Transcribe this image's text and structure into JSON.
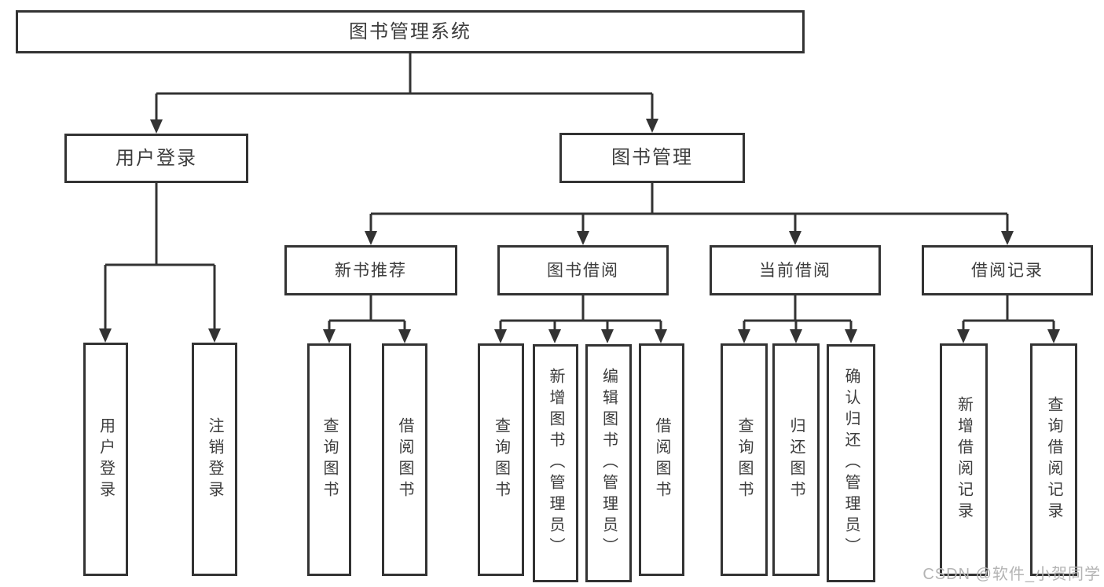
{
  "colors": {
    "line": "#333333",
    "box_border": "#333333",
    "text": "#3d3d3d",
    "background": "#ffffff",
    "watermark": "#b4b4b4"
  },
  "watermark": {
    "text": "CSDN @软件_小贺同学"
  },
  "tree": {
    "root": {
      "label": "图书管理系统"
    },
    "user_login": {
      "label": "用户登录",
      "children": [
        {
          "label": "用户登录"
        },
        {
          "label": "注销登录"
        }
      ]
    },
    "book_mgmt": {
      "label": "图书管理",
      "sections": [
        {
          "label": "新书推荐",
          "children": [
            {
              "label": "查询图书"
            },
            {
              "label": "借阅图书"
            }
          ]
        },
        {
          "label": "图书借阅",
          "children": [
            {
              "label": "查询图书"
            },
            {
              "label": "新增图书（管理员）"
            },
            {
              "label": "编辑图书（管理员）"
            },
            {
              "label": "借阅图书"
            }
          ]
        },
        {
          "label": "当前借阅",
          "children": [
            {
              "label": "查询图书"
            },
            {
              "label": "归还图书"
            },
            {
              "label": "确认归还（管理员）"
            }
          ]
        },
        {
          "label": "借阅记录",
          "children": [
            {
              "label": "新增借阅记录"
            },
            {
              "label": "查询借阅记录"
            }
          ]
        }
      ]
    }
  }
}
